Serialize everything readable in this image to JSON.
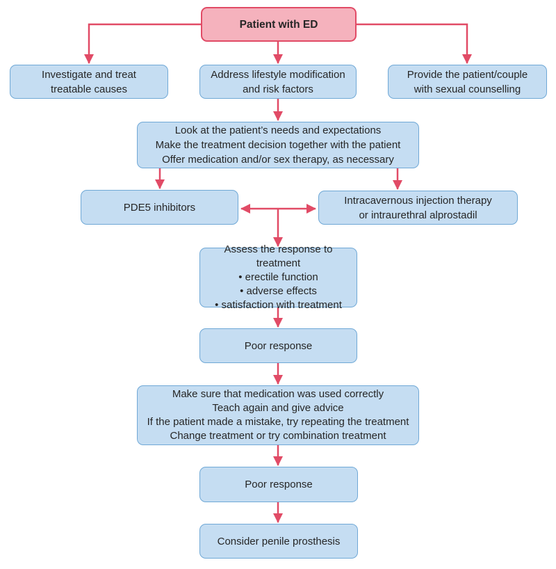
{
  "colors": {
    "arrow": "#e14b66",
    "pink_fill": "#f5b2bd",
    "pink_border": "#e14b66",
    "blue_fill": "#c5ddf2",
    "blue_border": "#6fa8d6",
    "text": "#262626"
  },
  "nodes": {
    "patient": {
      "label": "Patient with ED"
    },
    "investigate": {
      "lines": [
        "Investigate and treat",
        "treatable causes"
      ]
    },
    "lifestyle": {
      "lines": [
        "Address lifestyle modification",
        "and risk factors"
      ]
    },
    "counselling": {
      "lines": [
        "Provide the patient/couple",
        "with sexual counselling"
      ]
    },
    "needs": {
      "lines": [
        "Look at the patient’s needs and expectations",
        "Make the treatment decision together with the patient",
        "Offer medication and/or sex therapy, as necessary"
      ]
    },
    "pde5": {
      "label": "PDE5 inhibitors"
    },
    "injection": {
      "lines": [
        "Intracavernous injection therapy",
        "or intraurethral alprostadil"
      ]
    },
    "assess": {
      "lines": [
        "Assess the response to treatment",
        "•  erectile function",
        "•  adverse effects",
        "•  satisfaction with treatment"
      ]
    },
    "poor1": {
      "label": "Poor response"
    },
    "retry": {
      "lines": [
        "Make sure that medication was used correctly",
        "Teach again and give advice",
        "If the patient made a mistake, try repeating the treatment",
        "Change treatment or try combination treatment"
      ]
    },
    "poor2": {
      "label": "Poor response"
    },
    "prosthesis": {
      "label": "Consider penile prosthesis"
    }
  }
}
